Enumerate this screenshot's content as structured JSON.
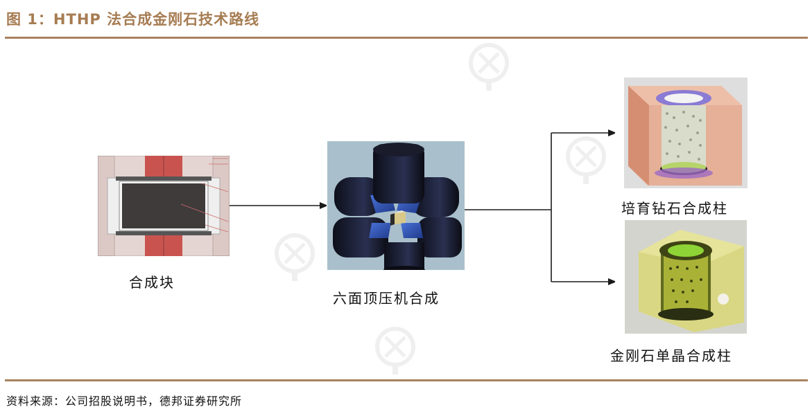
{
  "header": {
    "title": "图 1：HTHP 法合成金刚石技术路线"
  },
  "diagram": {
    "nodes": [
      {
        "id": "synthesis-block",
        "label": "合成块",
        "image": "synthesis-block-cross-section"
      },
      {
        "id": "cubic-press",
        "label": "六面顶压机合成",
        "image": "cubic-press-anvils"
      },
      {
        "id": "cultivated-diamond-column",
        "label": "培育钻石合成柱",
        "image": "cultivated-diamond-synthesis-column"
      },
      {
        "id": "single-crystal-column",
        "label": "金刚石单晶合成柱",
        "image": "diamond-single-crystal-synthesis-column"
      }
    ],
    "edges": [
      {
        "from": "synthesis-block",
        "to": "cubic-press"
      },
      {
        "from": "cubic-press",
        "to": "cultivated-diamond-column"
      },
      {
        "from": "cubic-press",
        "to": "single-crystal-column"
      }
    ],
    "colors": {
      "accent": "#a98260",
      "title": "#a67c52",
      "arrow": "#1a1a1a"
    }
  },
  "footer": {
    "source": "资料来源：公司招股说明书，德邦证券研究所"
  }
}
